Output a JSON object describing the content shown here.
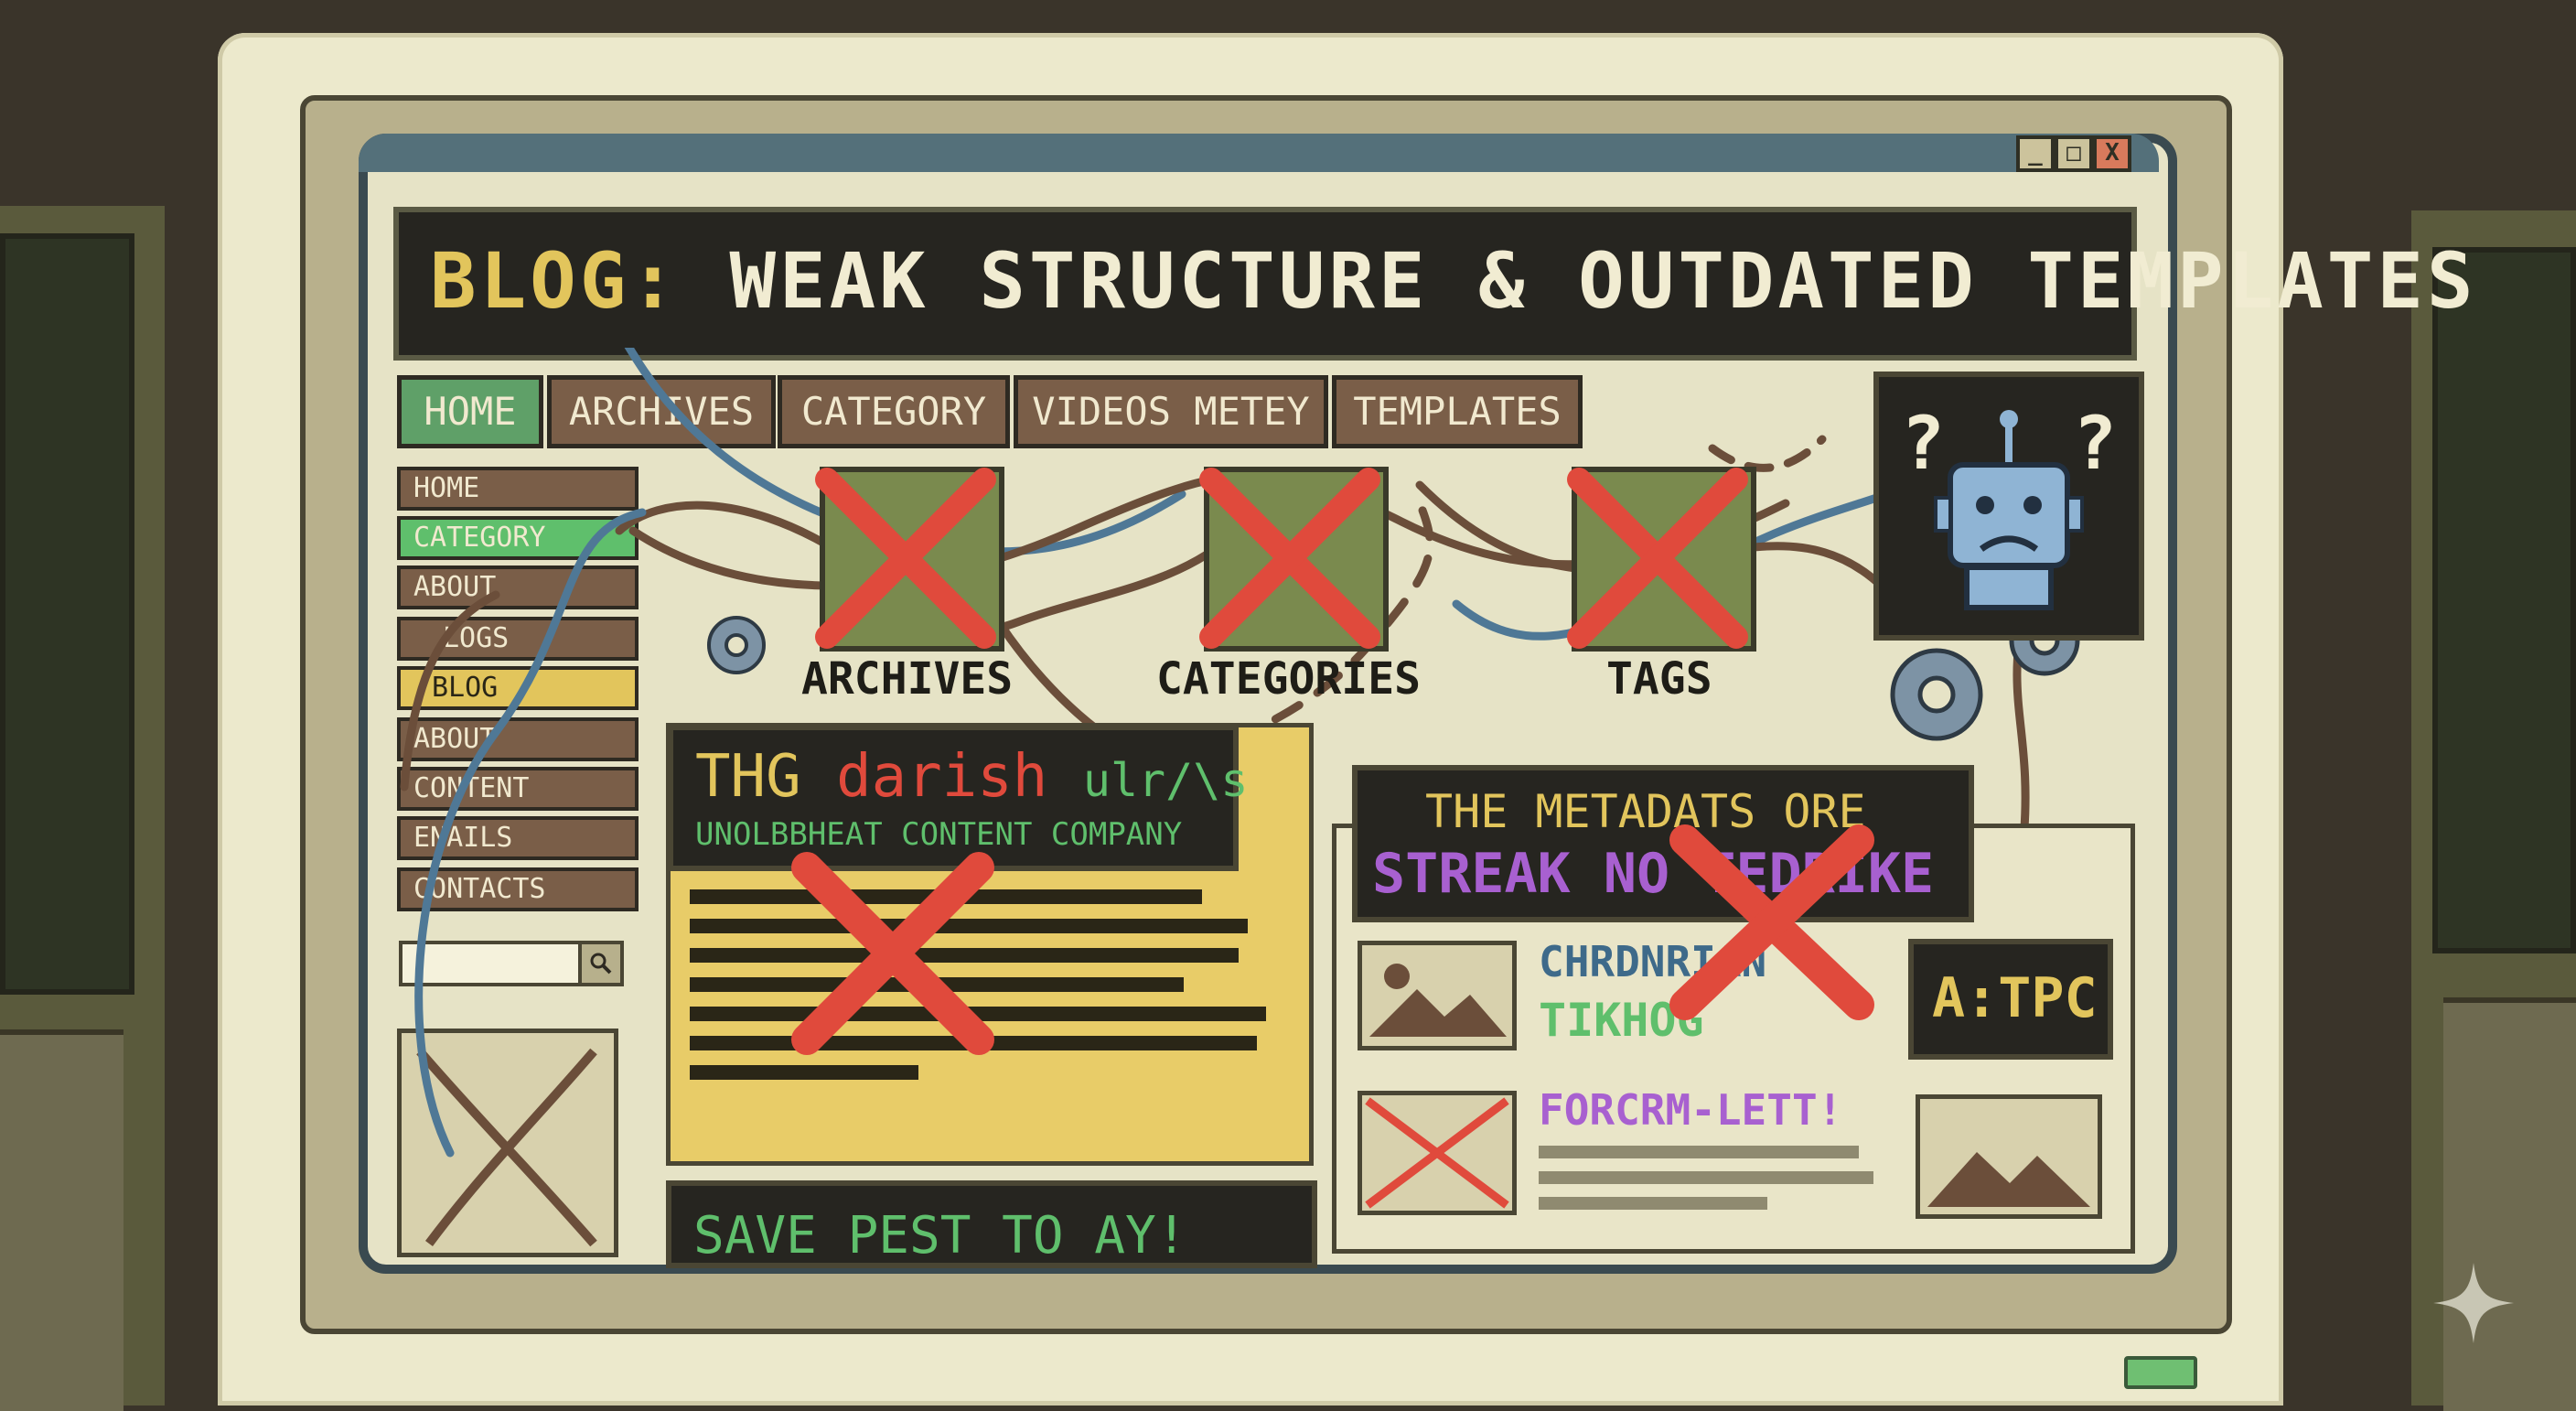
{
  "window": {
    "title_prefix": "BLOG:",
    "title_main": "WEAK STRUCTURE & OUTDATED TEMPLATES",
    "controls": {
      "minimize": "_",
      "maximize": "□",
      "close": "X"
    }
  },
  "nav": {
    "tabs": [
      {
        "label": "HOME",
        "active": true
      },
      {
        "label": "ARCHIVES",
        "active": false
      },
      {
        "label": "CATEGORY",
        "active": false
      },
      {
        "label": "VIDEOS METEY",
        "active": false
      },
      {
        "label": "TEMPLATES",
        "active": false
      }
    ]
  },
  "sidebar": {
    "items": [
      {
        "label": "HOME",
        "style": "brown"
      },
      {
        "label": "CATEGORY",
        "style": "green"
      },
      {
        "label": "ABOUT",
        "style": "brown"
      },
      {
        "label": "LOGS",
        "style": "brown"
      },
      {
        "label": "BLOG",
        "style": "yellow"
      },
      {
        "label": "ABOUT",
        "style": "brown"
      },
      {
        "label": "CONTENT",
        "style": "brown"
      },
      {
        "label": "ENAILS",
        "style": "brown"
      },
      {
        "label": "CONTACTS",
        "style": "brown"
      }
    ],
    "search": {
      "value": "",
      "icon": "search-icon"
    }
  },
  "features": {
    "archives": "ARCHIVES",
    "categories": "CATEGORIES",
    "tags": "TAGS"
  },
  "post": {
    "title_a": "THG",
    "title_b": "darish",
    "title_c": "ulr/\\s",
    "subtitle": "UNOLBBHEAT CONTENT COMPANY",
    "footer_banner": "SAVE PEST TO AY!"
  },
  "metadata_panel": {
    "line1": "THE METADATS ORE",
    "line2": "STREAK NO TEDRIKE",
    "item1_title": "CHRDNRIAN",
    "item1_sub": "TIKHOG",
    "item2_title": "FORCRM-LETT!",
    "badge": "A:TPC"
  },
  "colors": {
    "accent_yellow": "#e2c55c",
    "accent_green": "#5fbf6c",
    "tab_brown": "#7a5e48",
    "cross_red": "#e04a3c",
    "robot_blue": "#8fb4d4",
    "purple": "#a860d0"
  }
}
